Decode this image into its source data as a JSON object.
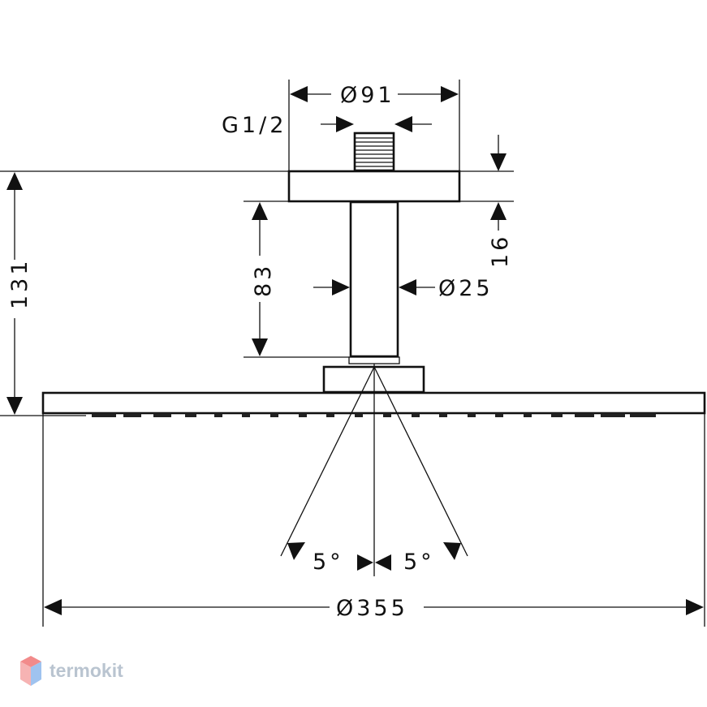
{
  "dimensions": {
    "head_diameter": "Ø355",
    "flange_diameter": "Ø91",
    "thread": "G1/2",
    "arm_diameter": "Ø25",
    "total_height": "131",
    "arm_length": "83",
    "flange_height": "16",
    "tilt_left": "5°",
    "tilt_right": "5°"
  },
  "watermark": {
    "text": "termokit",
    "colors": [
      "#f28b8b",
      "#9fc3ef",
      "#b9c4d0"
    ]
  }
}
